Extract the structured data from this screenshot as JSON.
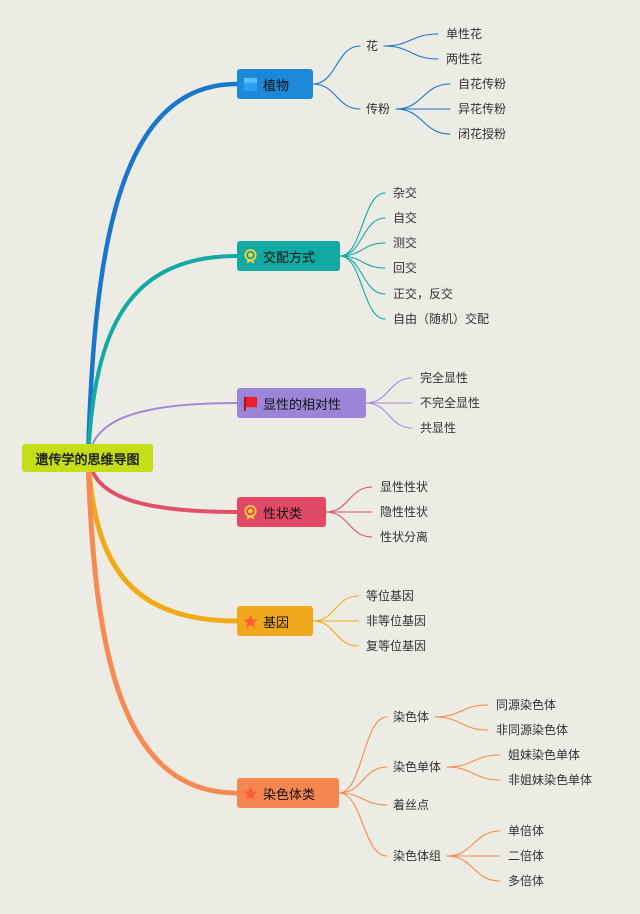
{
  "root": {
    "label": "遗传学的思维导图",
    "color": "#c3df17"
  },
  "branches": [
    {
      "label": "植物",
      "icon": "square-icon",
      "color": "#1e88d8",
      "line": "#1876cc",
      "children": [
        {
          "label": "花",
          "children": [
            "单性花",
            "两性花"
          ]
        },
        {
          "label": "传粉",
          "children": [
            "自花传粉",
            "异花传粉",
            "闭花授粉"
          ]
        }
      ]
    },
    {
      "label": "交配方式",
      "icon": "medal-icon",
      "color": "#12a9a3",
      "line": "#14aaa4",
      "children": [
        "杂交",
        "自交",
        "测交",
        "回交",
        "正交，反交",
        "自由（随机）交配"
      ]
    },
    {
      "label": "显性的相对性",
      "icon": "flag-icon",
      "color": "#9b85d8",
      "line": "#a08ad8",
      "children": [
        "完全显性",
        "不完全显性",
        "共显性"
      ]
    },
    {
      "label": "性状类",
      "icon": "medal-icon",
      "color": "#e04a66",
      "line": "#e05068",
      "children": [
        "显性性状",
        "隐性性状",
        "性状分离"
      ]
    },
    {
      "label": "基因",
      "icon": "star-icon",
      "color": "#f0a91c",
      "line": "#f0aa16",
      "children": [
        "等位基因",
        "非等位基因",
        "复等位基因"
      ]
    },
    {
      "label": "染色体类",
      "icon": "star-icon",
      "color": "#f5864f",
      "line": "#f58a52",
      "children": [
        {
          "label": "染色体",
          "children": [
            "同源染色体",
            "非同源染色体"
          ]
        },
        {
          "label": "染色单体",
          "children": [
            "姐妹染色单体",
            "非姐妹染色单体"
          ]
        },
        {
          "label": "着丝点",
          "children": []
        },
        {
          "label": "染色体组",
          "children": [
            "单倍体",
            "二倍体",
            "多倍体"
          ]
        }
      ]
    }
  ]
}
